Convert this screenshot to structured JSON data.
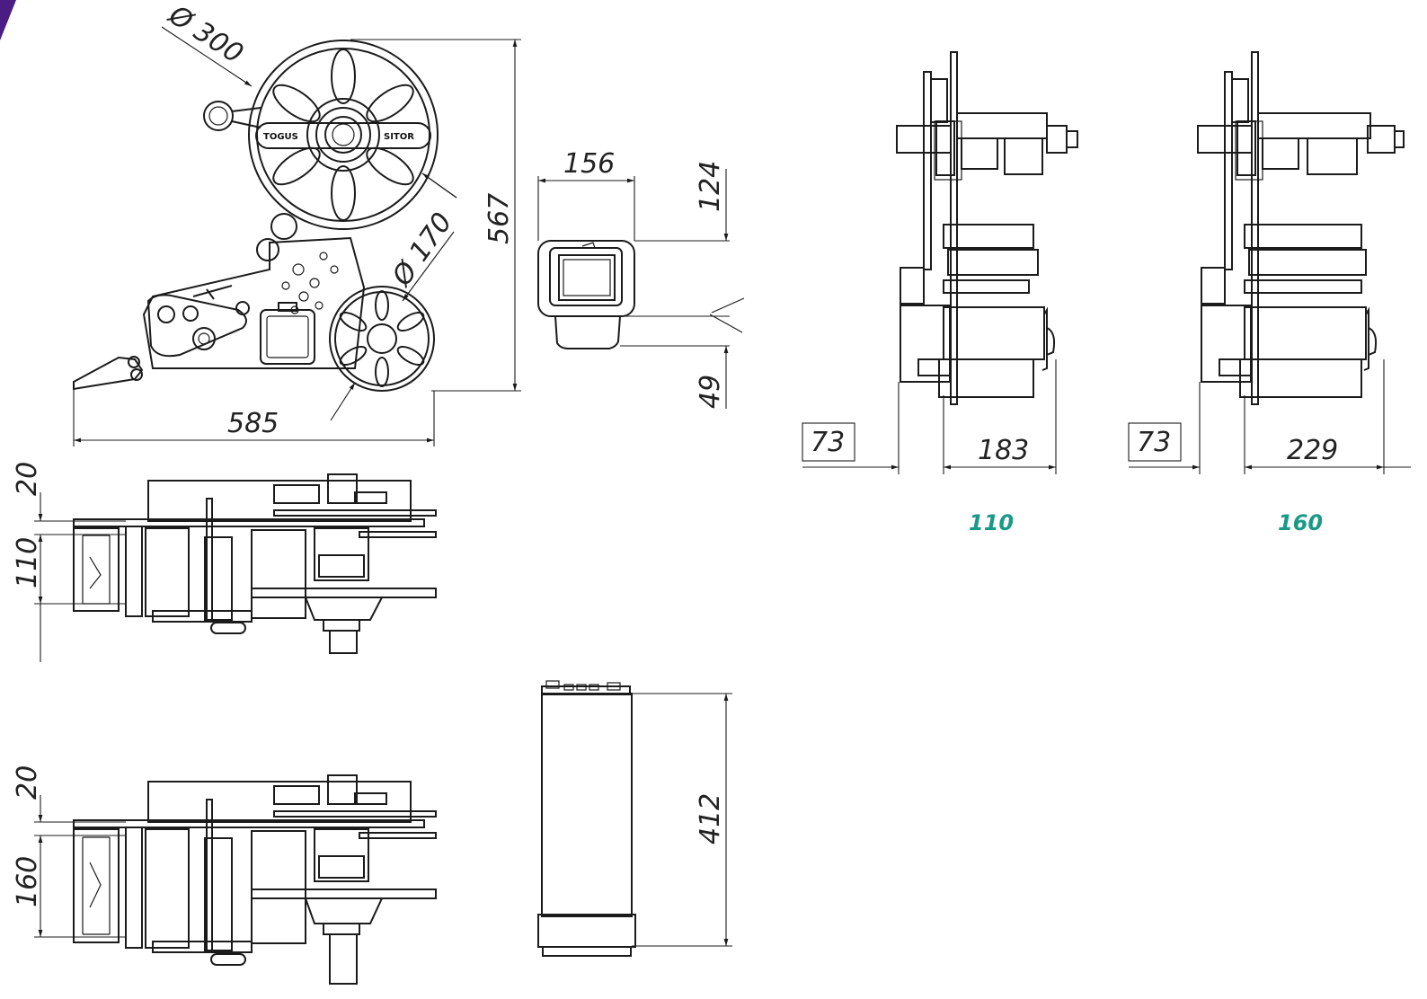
{
  "dimensions": {
    "main_diameter": "Ø 300",
    "small_diameter": "Ø 170",
    "height_total": "567",
    "width_total": "585",
    "front_width": "156",
    "front_top": "124",
    "front_bottom": "49",
    "top1_offset": "20",
    "top1_depth": "110",
    "top2_offset": "20",
    "top2_depth": "160",
    "column_height": "412",
    "side1_left": "73",
    "side1_width": "183",
    "side2_left": "73",
    "side2_width": "229"
  },
  "captions": {
    "variant_a": "110",
    "variant_b": "160"
  },
  "colors": {
    "corner_accent": "#4b1c83",
    "caption": "#1a9a86",
    "line": "#1b1b1b"
  }
}
